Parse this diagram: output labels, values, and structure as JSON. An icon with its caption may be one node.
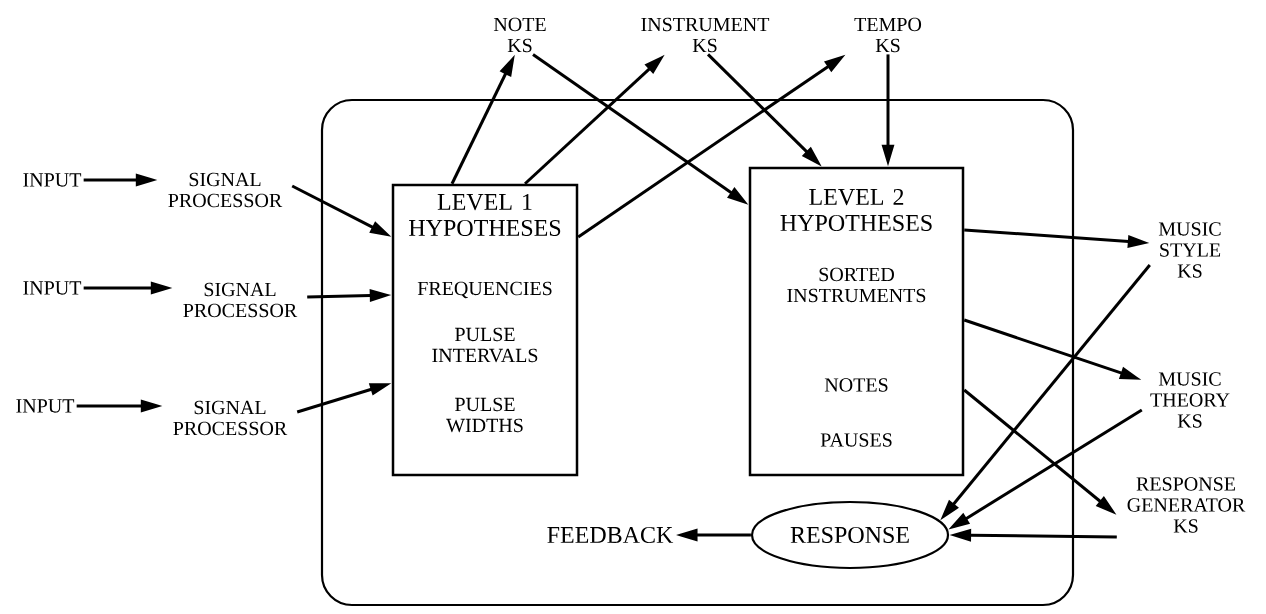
{
  "diagram": {
    "nodes": [
      {
        "text": [],
        "shape": "box"
      },
      {
        "text": [
          "INPUT"
        ]
      },
      {
        "text": [
          "INPUT"
        ]
      },
      {
        "text": [
          "INPUT"
        ]
      },
      {
        "text": [
          "SIGNAL PROCESSOR"
        ]
      },
      {
        "text": [
          "SIGNAL PROCESSOR"
        ]
      },
      {
        "text": [
          "SIGNAL PROCESSOR"
        ]
      },
      {
        "text": [
          "NOTE KS"
        ]
      },
      {
        "text": [
          "INSTRUMENT KS"
        ]
      },
      {
        "text": [
          "TEMPO KS"
        ]
      },
      {
        "text": [
          "LEVEL 1 HYPOTHESES",
          "FREQUENCIES",
          "PULSE INTERVALS",
          "PULSE WIDTHS"
        ],
        "in": 0
      },
      {
        "text": [
          "LEVEL 2 HYPOTHESES",
          "SORTED INSTRUMENTS",
          "NOTES",
          "PAUSES"
        ],
        "in": 0
      },
      {
        "text": [
          "MUSIC STYLE KS"
        ]
      },
      {
        "text": [
          "MUSIC THEORY KS"
        ]
      },
      {
        "text": [
          "RESPONSE GENERATOR KS"
        ]
      },
      {
        "text": [
          "FEEDBACK"
        ],
        "in": 0
      },
      {
        "text": [
          "RESPONSE"
        ],
        "in": 0
      }
    ],
    "edges": [
      {
        "from": 1,
        "to": 4,
        "arrow": "to"
      },
      {
        "from": 2,
        "to": 5,
        "arrow": "to"
      },
      {
        "from": 3,
        "to": 6,
        "arrow": "to"
      },
      {
        "from": 4,
        "to": 10,
        "arrow": "to"
      },
      {
        "from": 5,
        "to": 10,
        "arrow": "to"
      },
      {
        "from": 6,
        "to": 10,
        "arrow": "to"
      },
      {
        "from": 10,
        "to": 7,
        "arrow": "to"
      },
      {
        "from": 10,
        "to": 8,
        "arrow": "to"
      },
      {
        "from": 10,
        "to": 9,
        "arrow": "to"
      },
      {
        "from": 7,
        "to": 11,
        "arrow": "to"
      },
      {
        "from": 8,
        "to": 11,
        "arrow": "to"
      },
      {
        "from": 9,
        "to": 11,
        "arrow": "to"
      },
      {
        "from": 11,
        "to": 12,
        "arrow": "to"
      },
      {
        "from": 11,
        "to": 13,
        "arrow": "to"
      },
      {
        "from": 11,
        "to": 14,
        "arrow": "to"
      },
      {
        "from": 12,
        "to": 16,
        "arrow": "to"
      },
      {
        "from": 13,
        "to": 16,
        "arrow": "to"
      },
      {
        "from": 14,
        "to": 16,
        "arrow": "to"
      },
      {
        "from": 16,
        "to": 15,
        "arrow": "to"
      }
    ]
  }
}
